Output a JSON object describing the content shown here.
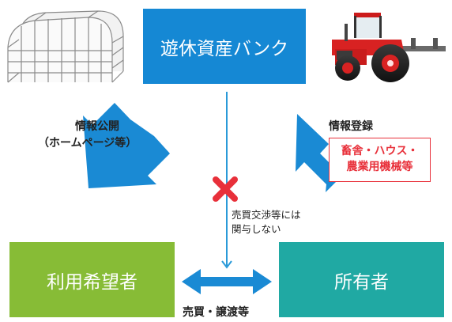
{
  "nodes": {
    "bank": "遊休資産バンク",
    "user": "利用希望者",
    "owner": "所有者"
  },
  "edges": {
    "publish_title": "情報公開",
    "publish_sub": "（ホームページ等）",
    "register_title": "情報登録",
    "register_items_line1": "畜舎・ハウス・",
    "register_items_line2": "農業用機械等",
    "negotiation_line1": "売買交渉等には",
    "negotiation_line2": "関与しない",
    "trade": "売買・譲渡等"
  },
  "colors": {
    "bank": "#1588d4",
    "user": "#87bc36",
    "owner": "#20a9a3",
    "arrow": "#1a8ad4",
    "line": "#2a9ad8",
    "cross": "#e8303a"
  },
  "icons": [
    "greenhouse-icon",
    "tractor-icon",
    "prohibited-x-icon"
  ]
}
